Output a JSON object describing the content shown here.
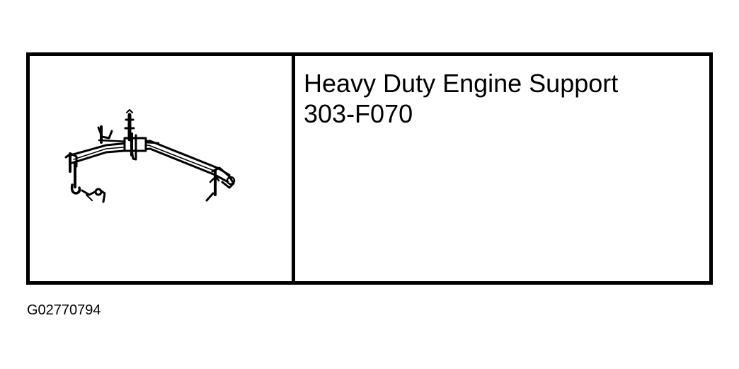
{
  "tool": {
    "name": "Heavy Duty Engine Support",
    "number": "303-F070",
    "illustration_icon": "engine-support-bar-icon"
  },
  "figure": {
    "id": "G02770794"
  }
}
